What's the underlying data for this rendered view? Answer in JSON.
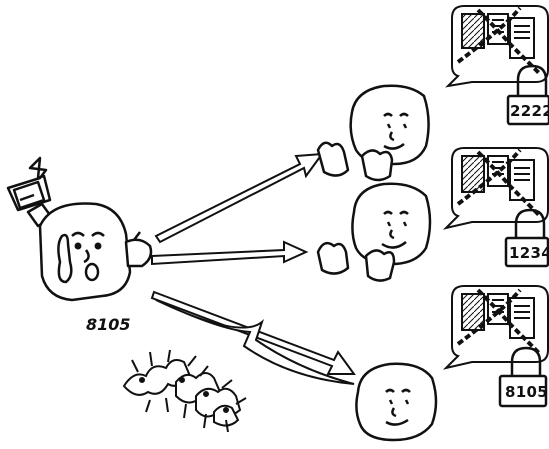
{
  "sender": {
    "code": "8105"
  },
  "receivers": [
    {
      "lock_code": "2222"
    },
    {
      "lock_code": "1234"
    },
    {
      "lock_code": "8105"
    }
  ],
  "style": {
    "ink": "#111111",
    "paper": "#ffffff"
  }
}
